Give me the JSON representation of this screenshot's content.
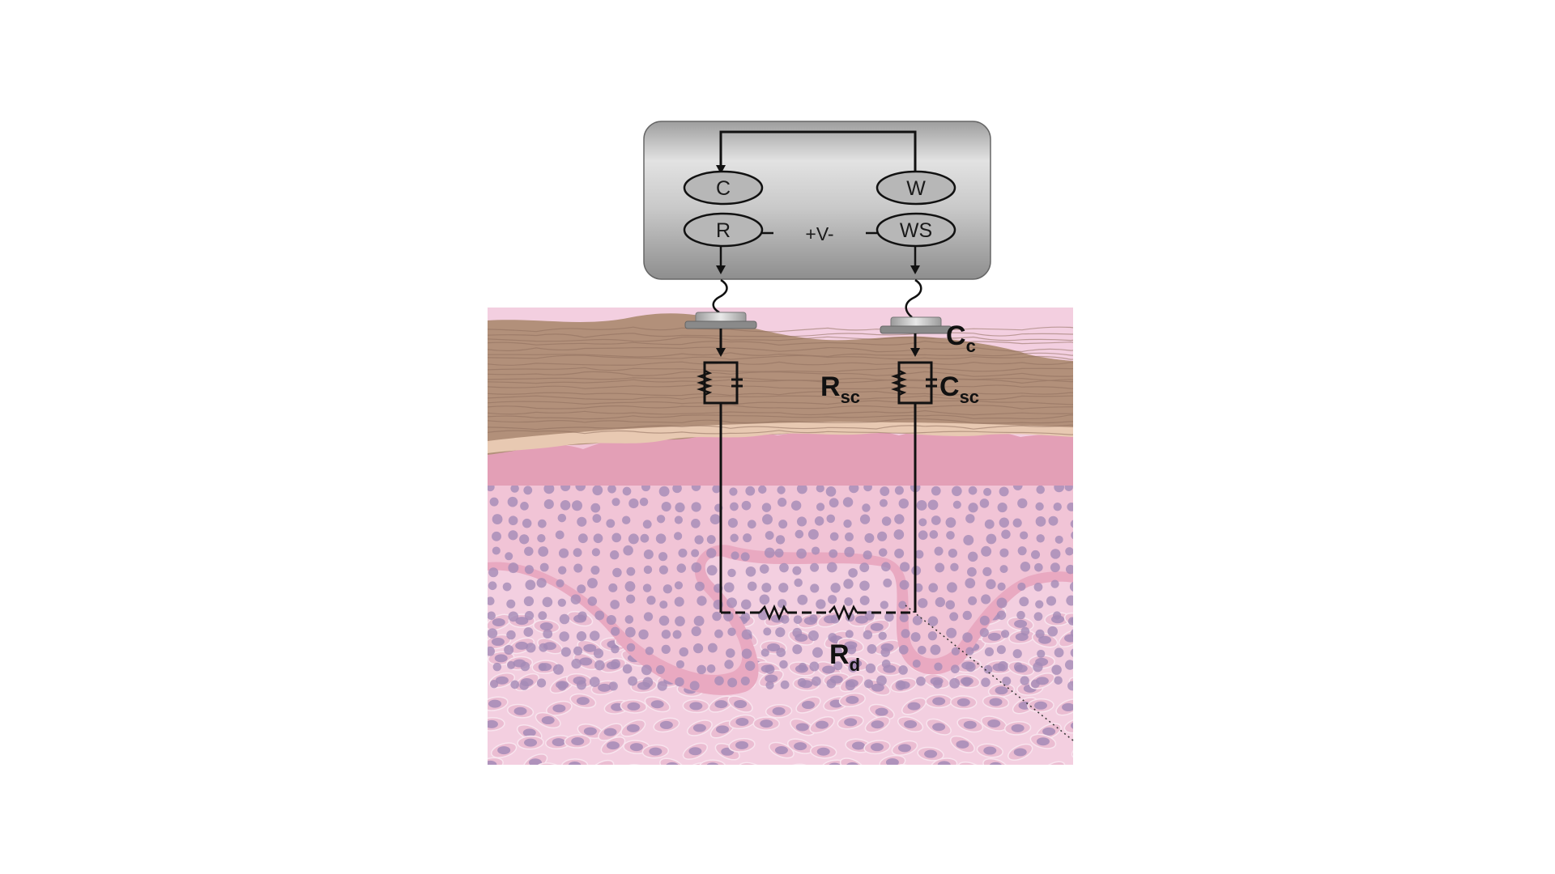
{
  "device": {
    "counter_label": "C",
    "reference_label": "R",
    "working_label": "W",
    "working_sense_label": "WS",
    "voltage_label": "+V-"
  },
  "components": {
    "contact_capacitance": {
      "main": "C",
      "sub": "c"
    },
    "sc_resistance": {
      "main": "R",
      "sub": "sc"
    },
    "sc_capacitance": {
      "main": "C",
      "sub": "sc"
    },
    "dermis_resistance": {
      "main": "R",
      "sub": "d"
    }
  },
  "colors": {
    "device_body": "#c4c4c4",
    "stratum_corneum": "#b2907a",
    "epidermis_band": "#e39fb6",
    "tissue": "#f3cfe0",
    "nucleus": "#a48bb7",
    "wire": "#111111"
  }
}
